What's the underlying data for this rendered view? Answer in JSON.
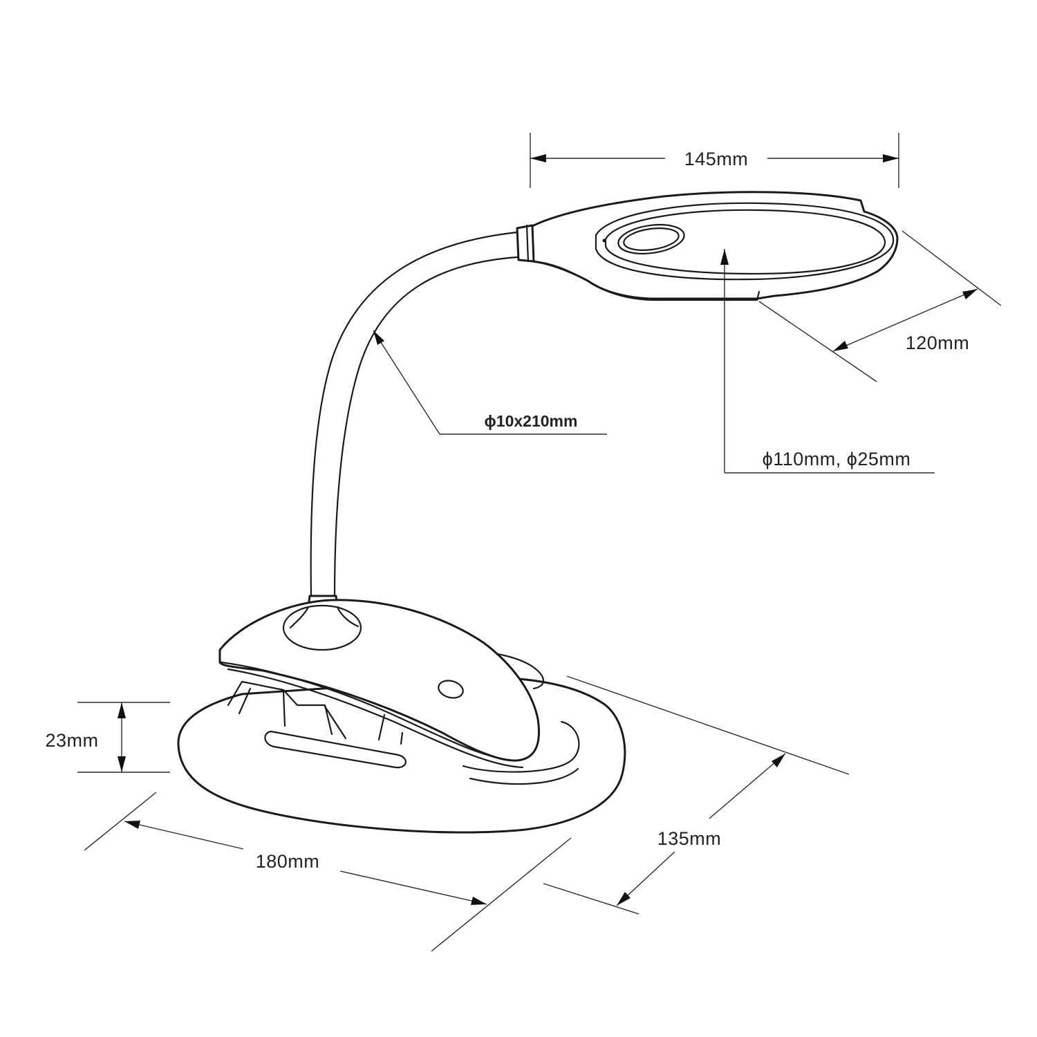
{
  "dimensions": {
    "head_width": "145mm",
    "head_depth": "120mm",
    "gooseneck": "ϕ10x210mm",
    "lens": "ϕ110mm, ϕ25mm",
    "base_height": "23mm",
    "base_length": "180mm",
    "base_depth": "135mm"
  }
}
